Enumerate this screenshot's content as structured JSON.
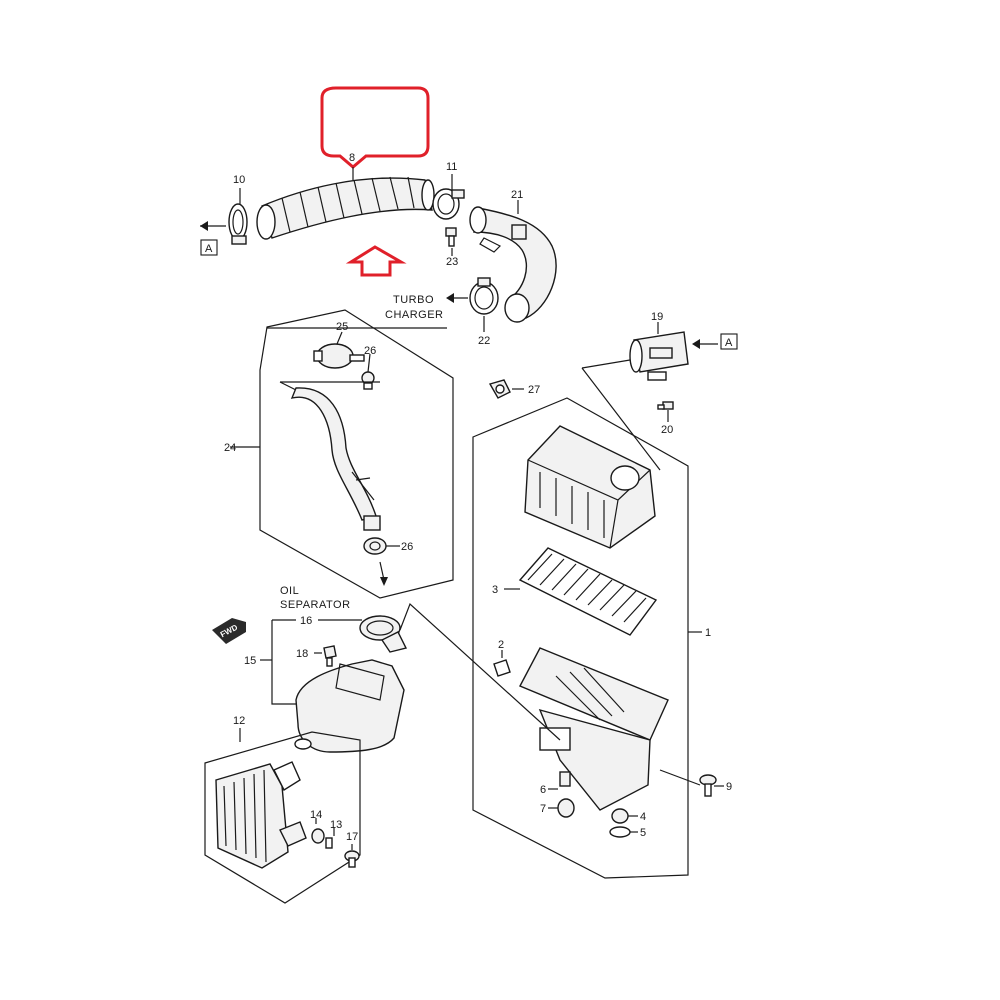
{
  "callouts": {
    "c1": "1",
    "c2": "2",
    "c3": "3",
    "c4": "4",
    "c5": "5",
    "c6": "6",
    "c7": "7",
    "c8": "8",
    "c9": "9",
    "c10": "10",
    "c11": "11",
    "c12": "12",
    "c13": "13",
    "c14": "14",
    "c15": "15",
    "c16": "16",
    "c17": "17",
    "c18": "18",
    "c19": "19",
    "c20": "20",
    "c21": "21",
    "c22": "22",
    "c23": "23",
    "c24": "24",
    "c25": "25",
    "c26a": "26",
    "c26b": "26",
    "c27": "27"
  },
  "labels": {
    "ref_a_left": "A",
    "ref_a_right": "A",
    "turbo_line1": "TURBO",
    "turbo_line2": "CHARGER",
    "oil_line1": "OIL",
    "oil_line2": "SEPARATOR",
    "fwd": "FWD"
  },
  "highlight": {
    "color": "#e0202a",
    "target_part": "8"
  }
}
